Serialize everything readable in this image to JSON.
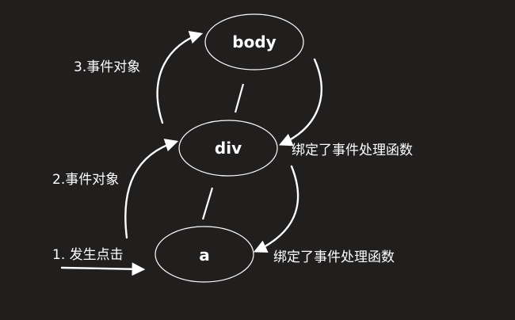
{
  "nodes": {
    "body": "body",
    "div": "div",
    "a": "a"
  },
  "labels": {
    "step1": "1. 发生点击",
    "step2": "2.事件对象",
    "step3": "3.事件对象",
    "handler_div": "绑定了事件处理函数",
    "handler_a": "绑定了事件处理函数"
  },
  "colors": {
    "background": "#211e1e",
    "stroke": "#ffffff",
    "text": "#ffffff"
  }
}
